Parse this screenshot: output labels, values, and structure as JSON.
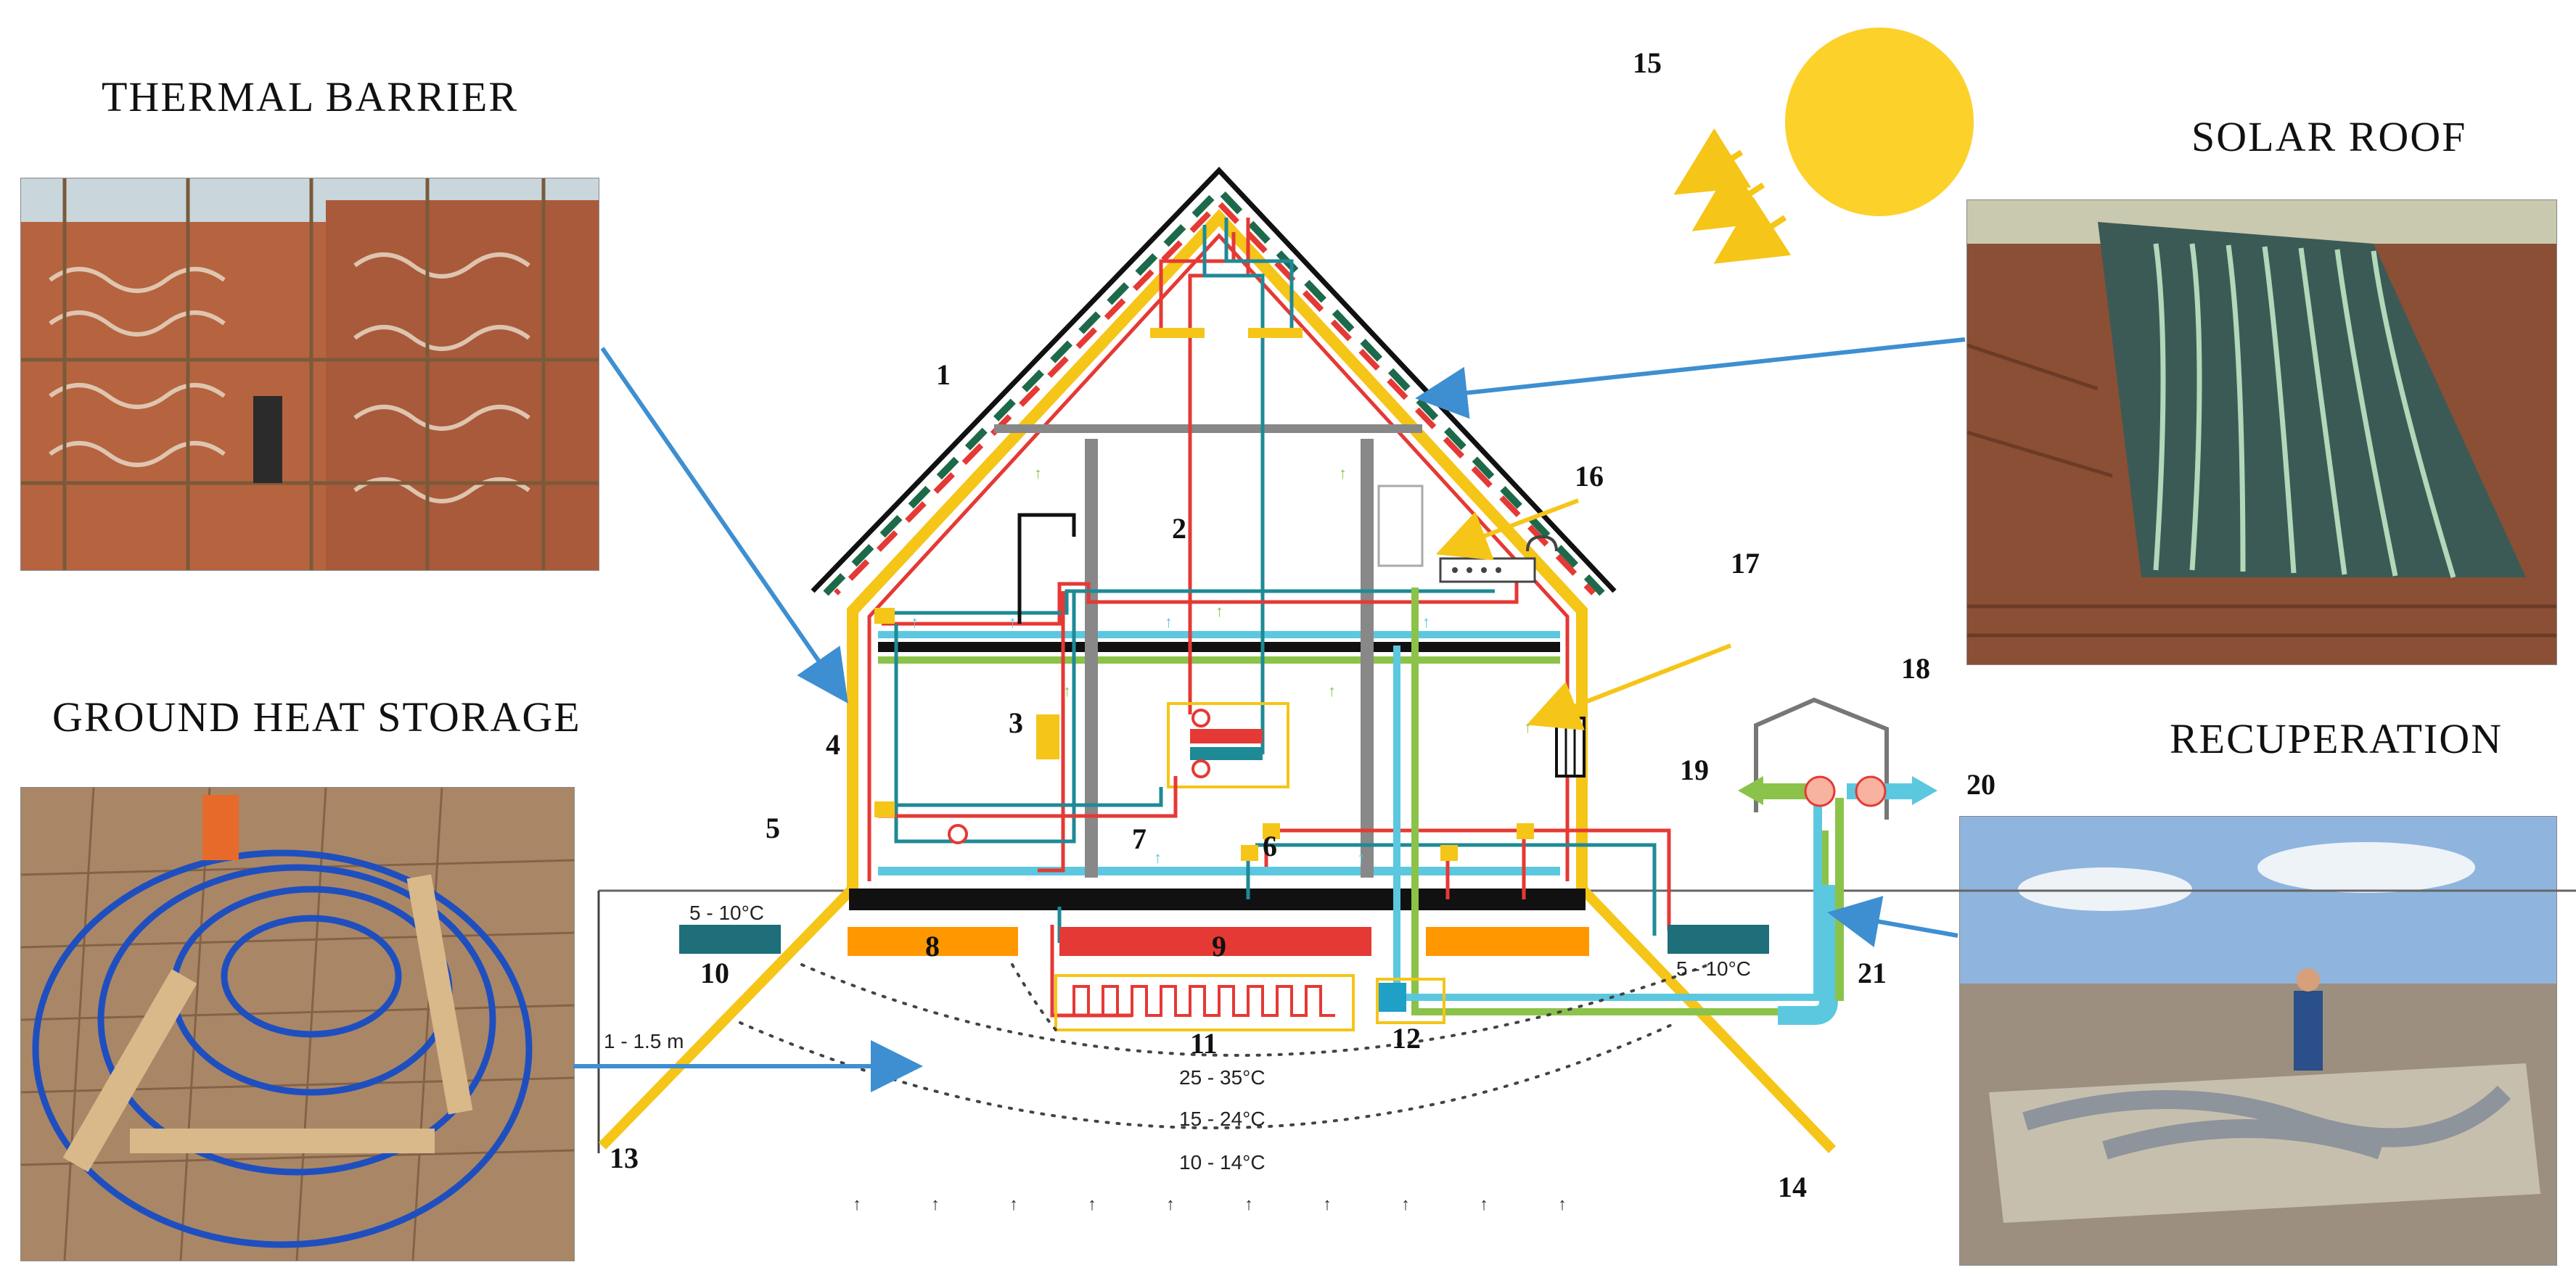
{
  "sections": {
    "thermal_barrier": "THERMAL BARRIER",
    "ground_heat_storage": "GROUND HEAT STORAGE",
    "solar_roof": "SOLAR ROOF",
    "recuperation": "RECUPERATION"
  },
  "numbers": [
    "1",
    "2",
    "3",
    "4",
    "5",
    "6",
    "7",
    "8",
    "9",
    "10",
    "11",
    "12",
    "13",
    "14",
    "15",
    "16",
    "17",
    "18",
    "19",
    "20",
    "21"
  ],
  "temperatures": {
    "left_tank": "5 - 10°C",
    "right_tank": "5 - 10°C",
    "depth": "1 - 1.5 m",
    "zone_inner": "25 - 35°C",
    "zone_middle": "15 - 24°C",
    "zone_outer": "10 - 14°C"
  },
  "colors": {
    "insulation": "#f5c518",
    "hot_pipe": "#e53935",
    "cold_pipe": "#1e8a96",
    "air_duct": "#5bc8e0",
    "floor_green": "#8bc34a",
    "storage_orange": "#ff9800",
    "arrow_blue": "#3d8fd1",
    "sun": "#fcd12a"
  },
  "icons": {
    "sun": "sun-icon",
    "recuperator_fan": "fan-icon"
  }
}
